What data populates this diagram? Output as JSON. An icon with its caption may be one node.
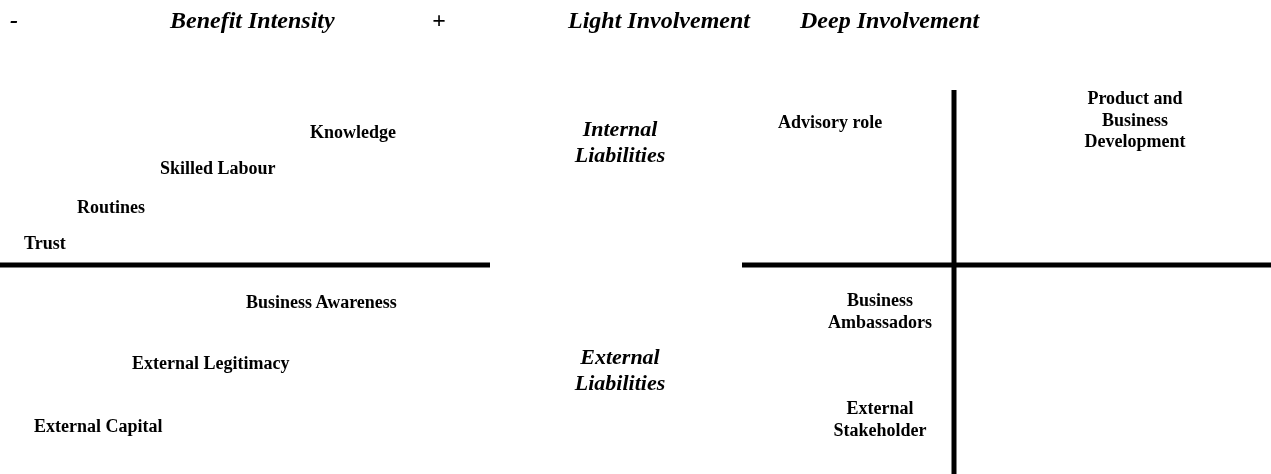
{
  "diagram": {
    "labels": [
      "-",
      "Benefit Intensity",
      "+",
      "Light Involvement",
      "Deep Involvement",
      "Product and Business Development",
      "Knowledge",
      "Internal Liabilities",
      "Advisory role",
      "Skilled Labour",
      "Routines",
      "Trust",
      "Business Awareness",
      "Business Ambassadors",
      "External Legitimacy",
      "External Liabilities",
      "External Capital",
      "External Stakeholder"
    ]
  }
}
